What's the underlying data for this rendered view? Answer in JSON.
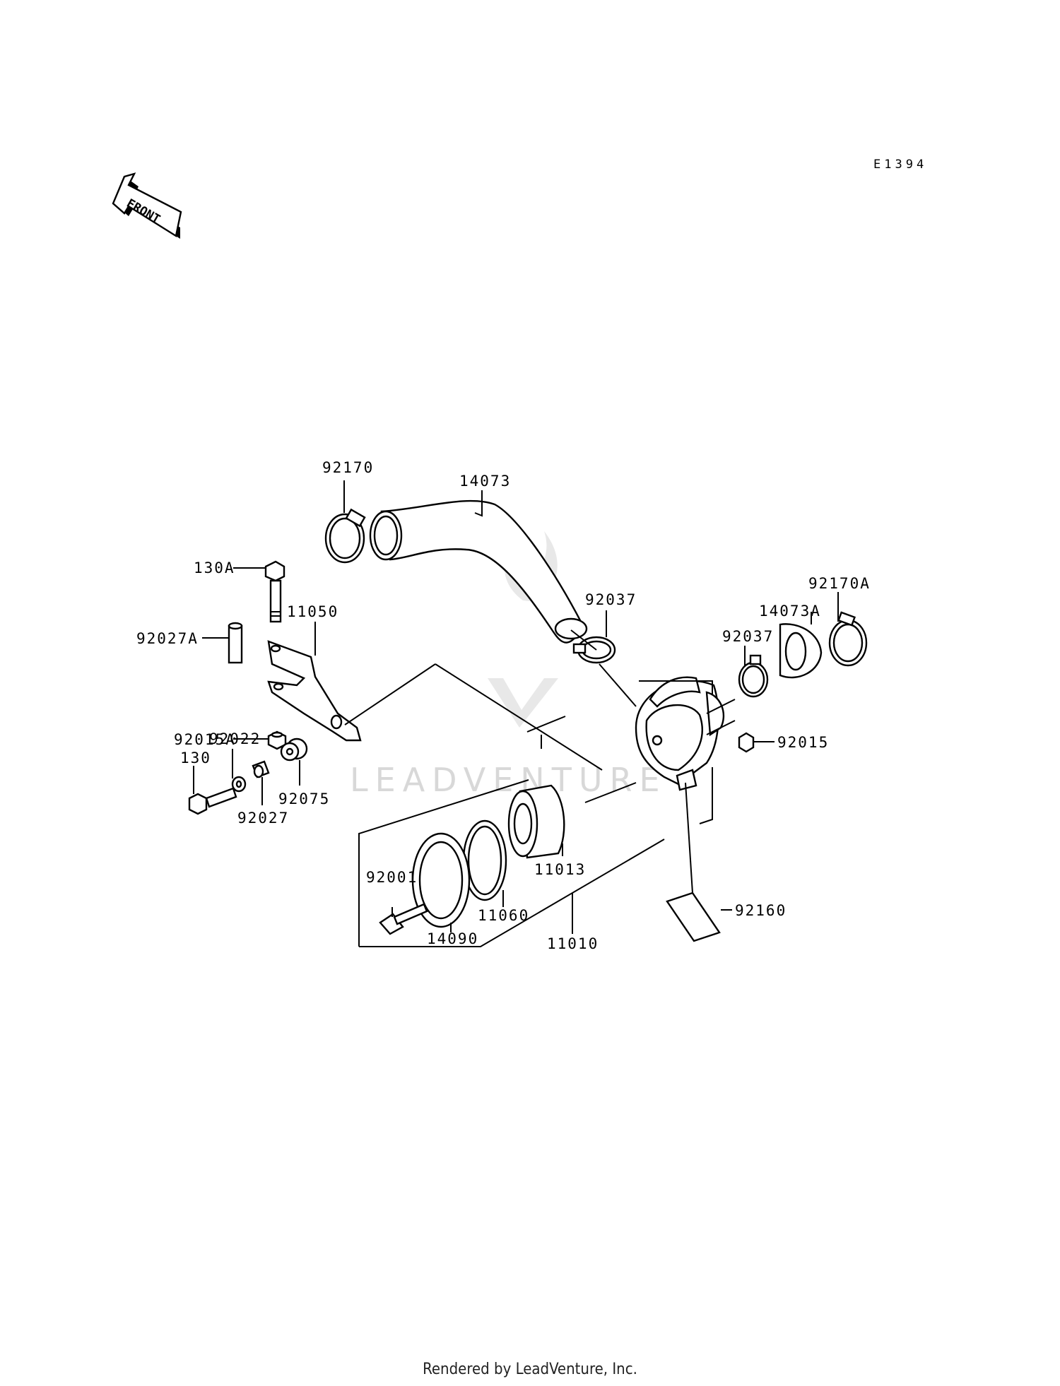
{
  "diagram": {
    "code": "E1394",
    "front_label": "FRONT",
    "watermark": "LEADVENTURE",
    "labels": {
      "p92170": "92170",
      "p14073": "14073",
      "p130A": "130A",
      "p11050": "11050",
      "p92027A": "92027A",
      "p92015A": "92015A",
      "p92022": "92022",
      "p130": "130",
      "p92027": "92027",
      "p92075": "92075",
      "p92037a": "92037",
      "p92037b": "92037",
      "p14073A": "14073A",
      "p92170A": "92170A",
      "p92015": "92015",
      "p11013": "11013",
      "p92001": "92001",
      "p11060": "11060",
      "p14090": "14090",
      "p11010": "11010",
      "p92160": "92160"
    }
  },
  "footer": {
    "text": "Rendered by LeadVenture, Inc."
  }
}
